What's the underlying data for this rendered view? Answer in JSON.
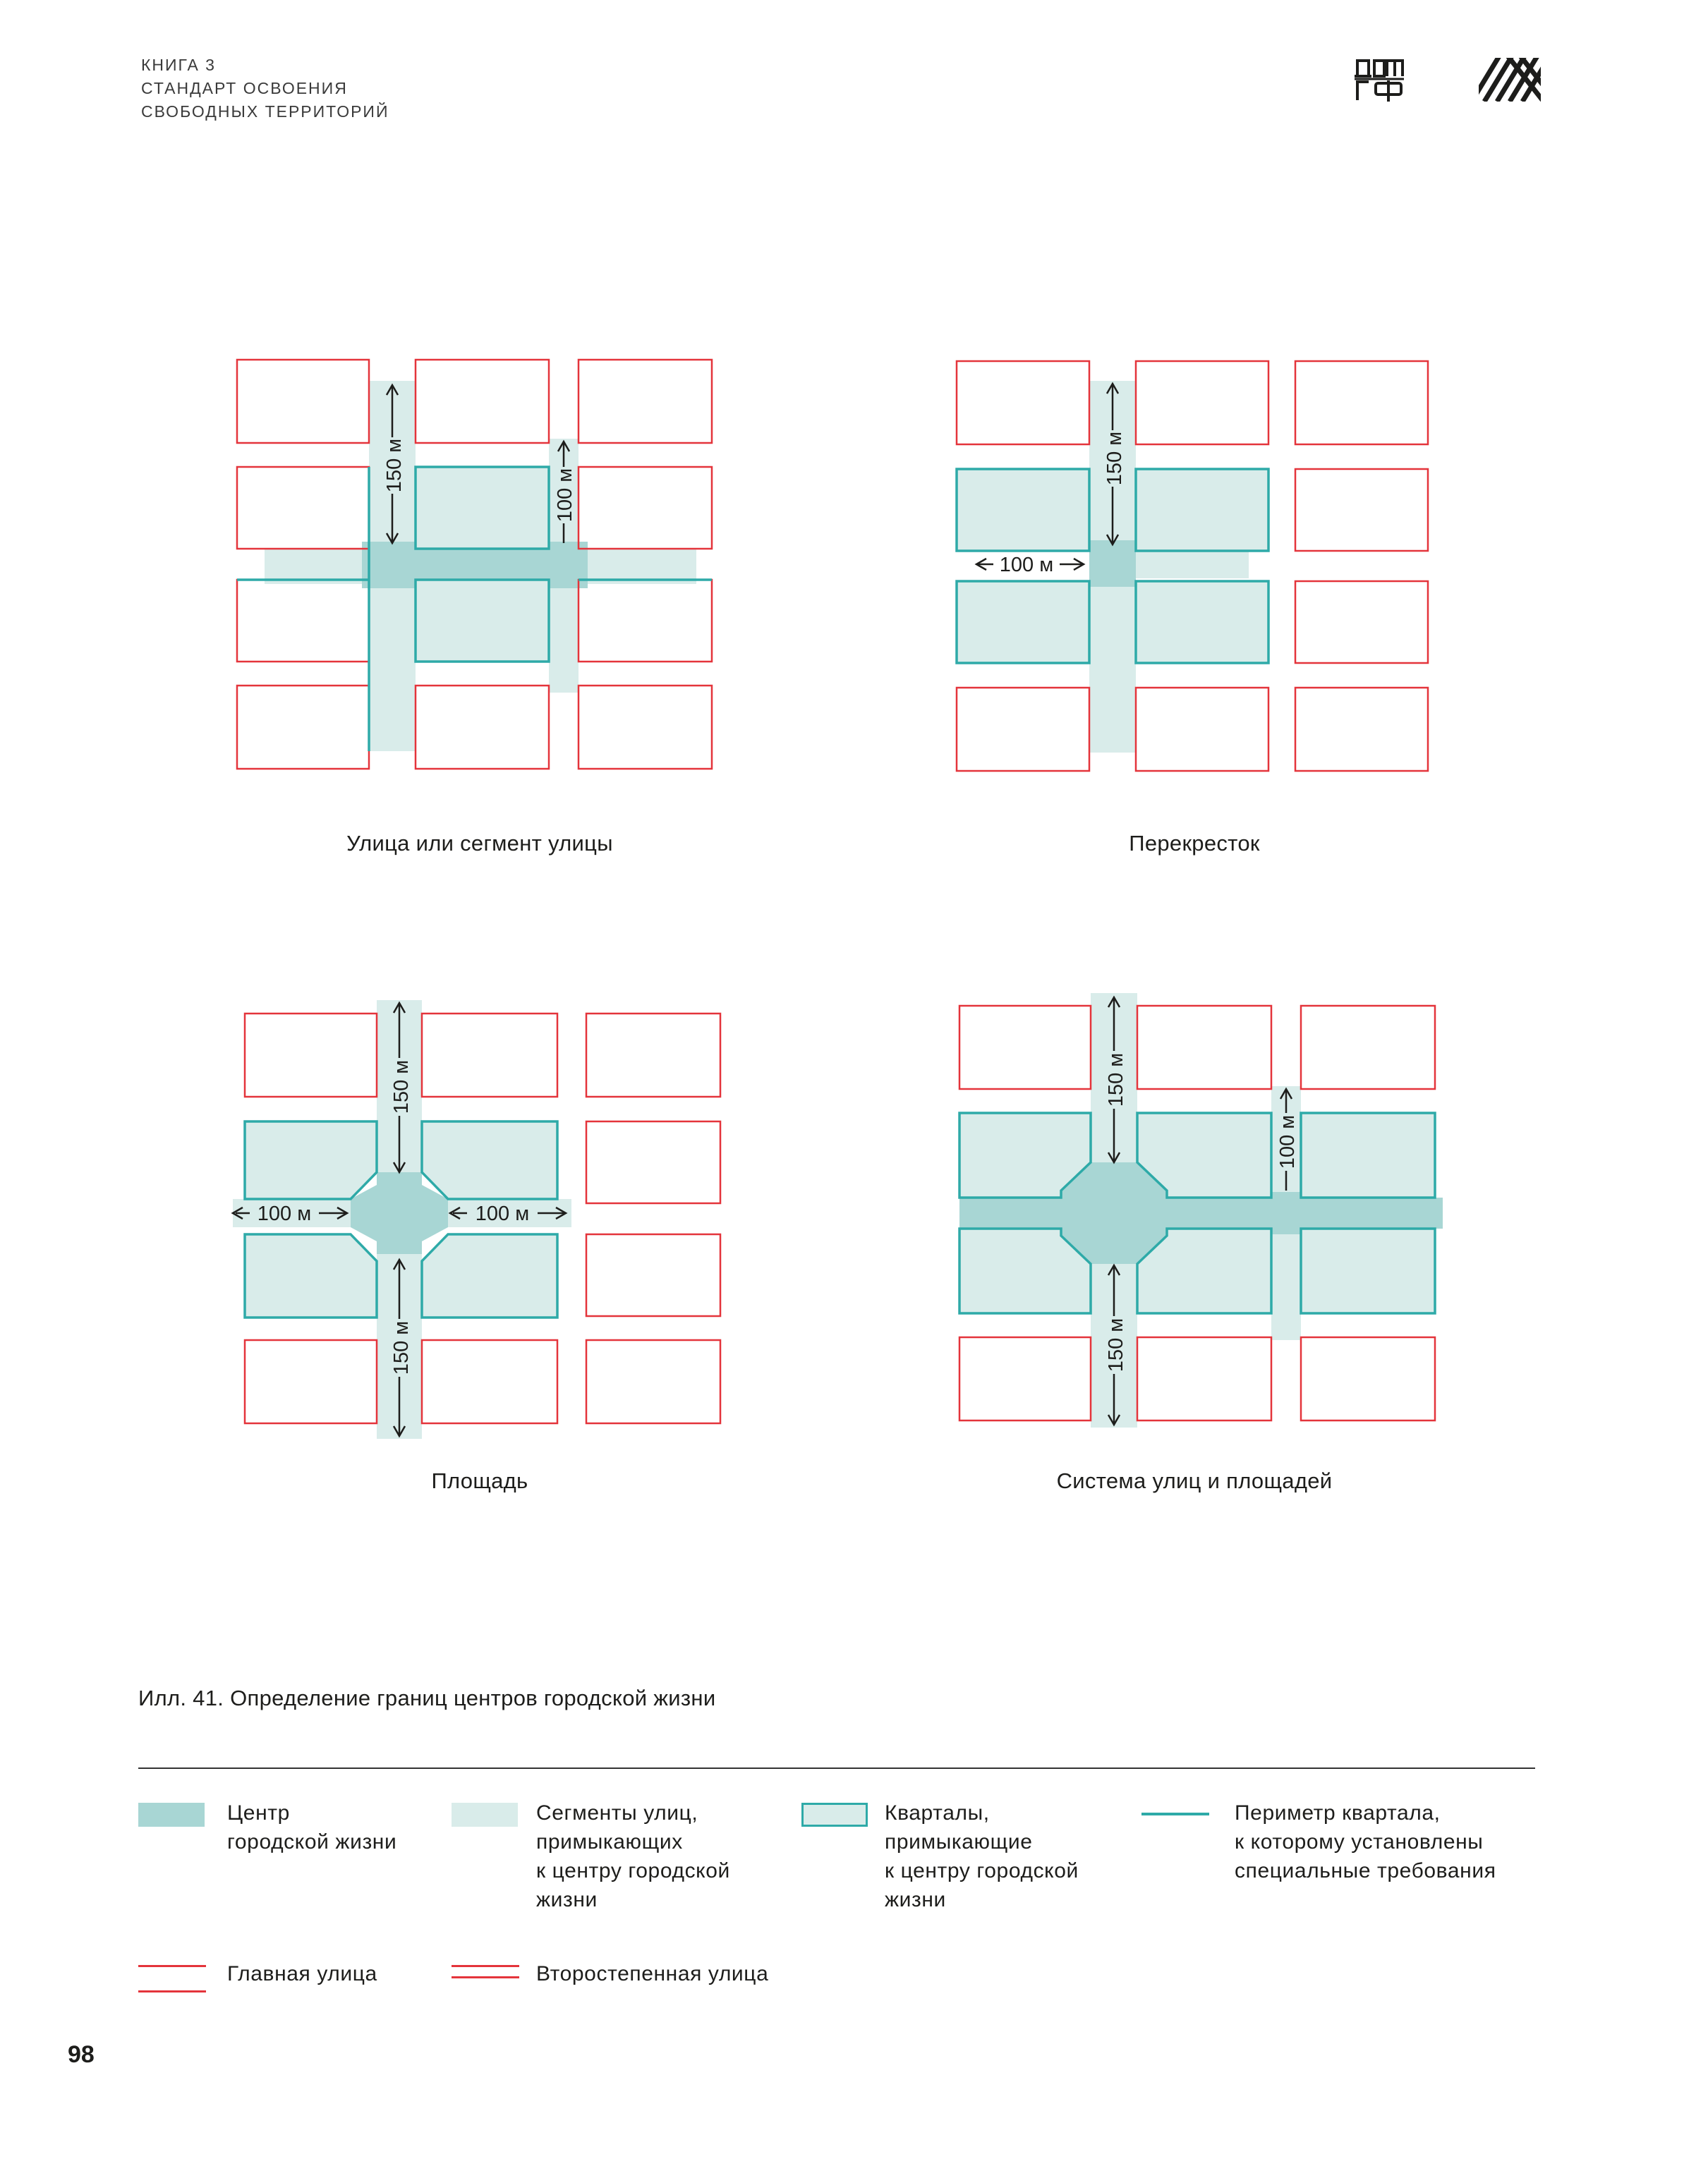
{
  "header": {
    "line1": "КНИГА 3",
    "line2": "СТАНДАРТ ОСВОЕНИЯ",
    "line3": "СВОБОДНЫХ ТЕРРИТОРИЙ"
  },
  "logos": {
    "dom_rf": "ДОМ РФ",
    "partner": "striped-emblem"
  },
  "diagrams": {
    "street": {
      "caption": "Улица или сегмент улицы",
      "label_150": "150 м",
      "label_100": "100 м"
    },
    "crossroad": {
      "caption": "Перекресток",
      "label_150": "150 м",
      "label_100": "100 м"
    },
    "square": {
      "caption": "Площадь",
      "label_150_top": "150 м",
      "label_150_bottom": "150 м",
      "label_100_left": "100 м",
      "label_100_right": "100 м"
    },
    "system": {
      "caption": "Система улиц и площадей",
      "label_150_top": "150 м",
      "label_150_bottom": "150 м",
      "label_100": "100 м"
    }
  },
  "illustration_caption": "Илл. 41. Определение границ центров городской жизни",
  "legend": {
    "center": [
      "Центр",
      "городской жизни"
    ],
    "segments": [
      "Сегменты улиц,",
      "примыкающих",
      "к центру городской",
      "жизни"
    ],
    "blocks": [
      "Кварталы,",
      "примыкающие",
      "к центру городской",
      "жизни"
    ],
    "perimeter": [
      "Периметр квартала,",
      "к которому установлены",
      "специальные требования"
    ],
    "main_street": "Главная улица",
    "secondary_street": "Второстепенная улица"
  },
  "colors": {
    "center": "#a8d6d4",
    "segment": "#d9ecea",
    "block_fill": "#d9ecea",
    "teal": "#2eaaa8",
    "red": "#e4343b"
  },
  "page_number": "98"
}
